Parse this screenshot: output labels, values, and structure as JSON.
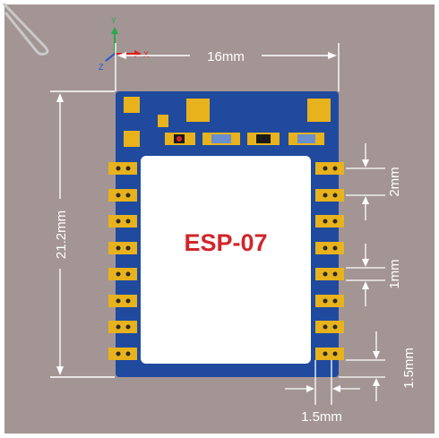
{
  "module": {
    "label": "ESP-07"
  },
  "dimensions": {
    "width": "16mm",
    "height": "21.2mm",
    "pad_pitch": "2mm",
    "pad_width": "1mm",
    "pad_length": "1.5mm",
    "pad_gap": "1.5mm"
  },
  "axes": {
    "y": "Y",
    "x": "X",
    "z": "Z"
  },
  "colors": {
    "background": "#a39593",
    "board": "#1f4a9e",
    "pad": "#e8b21c",
    "shield": "#ffffff",
    "label": "#d1262b",
    "dimension": "#ffffff"
  }
}
